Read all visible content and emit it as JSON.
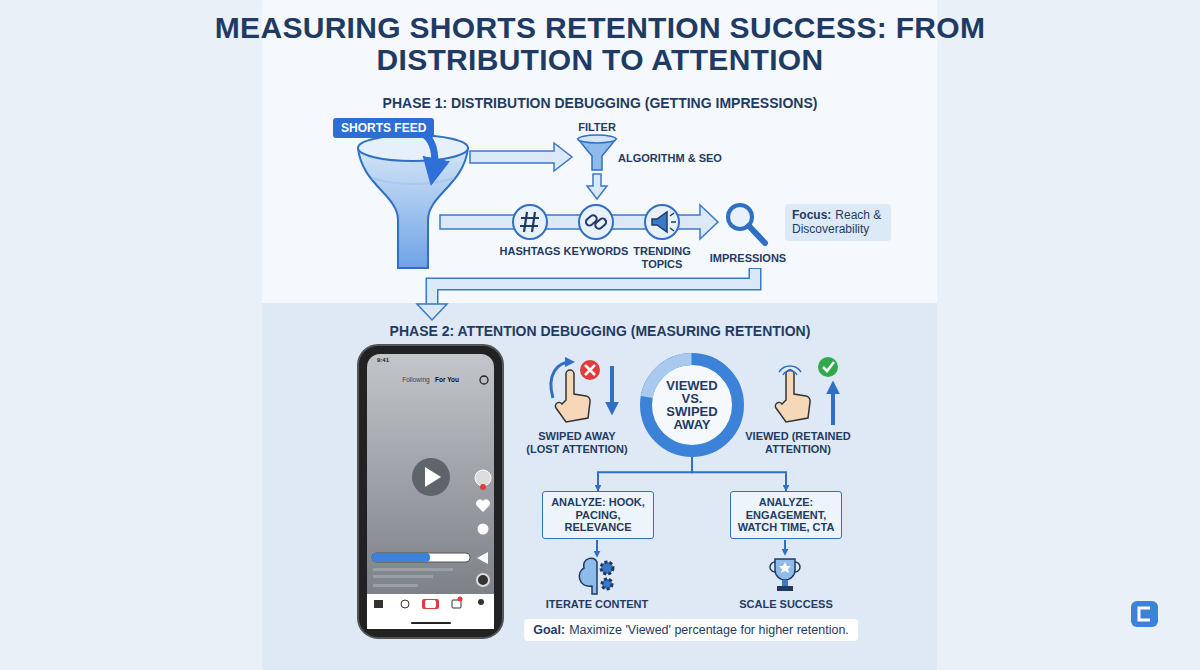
{
  "diagram": {
    "title": "MEASURING SHORTS RETENTION SUCCESS: FROM DISTRIBUTION TO ATTENTION",
    "nodes": [
      {
        "text": [
          "SHORTS FEED"
        ]
      },
      {
        "text": [
          "Focus:",
          "Reach & Discoverability"
        ]
      },
      {
        "text": [
          "VIEWED VS. SWIPED AWAY"
        ]
      },
      {
        "text": [
          "ANALYZE: HOOK, PACING, RELEVANCE"
        ]
      },
      {
        "text": [
          "ANALYZE: ENGAGEMENT, WATCH TIME, CTA"
        ]
      },
      {
        "text": [
          "Goal:",
          "Maximize 'Viewed' percentage for higher retention."
        ]
      }
    ],
    "edges": [
      {
        "from": 2,
        "to": 3,
        "arrow": "to"
      },
      {
        "from": 2,
        "to": 4,
        "arrow": "to"
      }
    ],
    "labels": [
      "PHASE 1: DISTRIBUTION DEBUGGING (GETTING IMPRESSIONS)",
      "FILTER",
      "ALGORITHM & SEO",
      "HASHTAGS",
      "KEYWORDS",
      "TRENDING TOPICS",
      "IMPRESSIONS",
      "PHASE 2: ATTENTION DEBUGGING (MEASURING RETENTION)",
      "9:41",
      "Following",
      "For You",
      "SWIPED AWAY (LOST ATTENTION)",
      "VIEWED (RETAINED ATTENTION)",
      "ITERATE CONTENT",
      "SCALE SUCCESS"
    ]
  }
}
